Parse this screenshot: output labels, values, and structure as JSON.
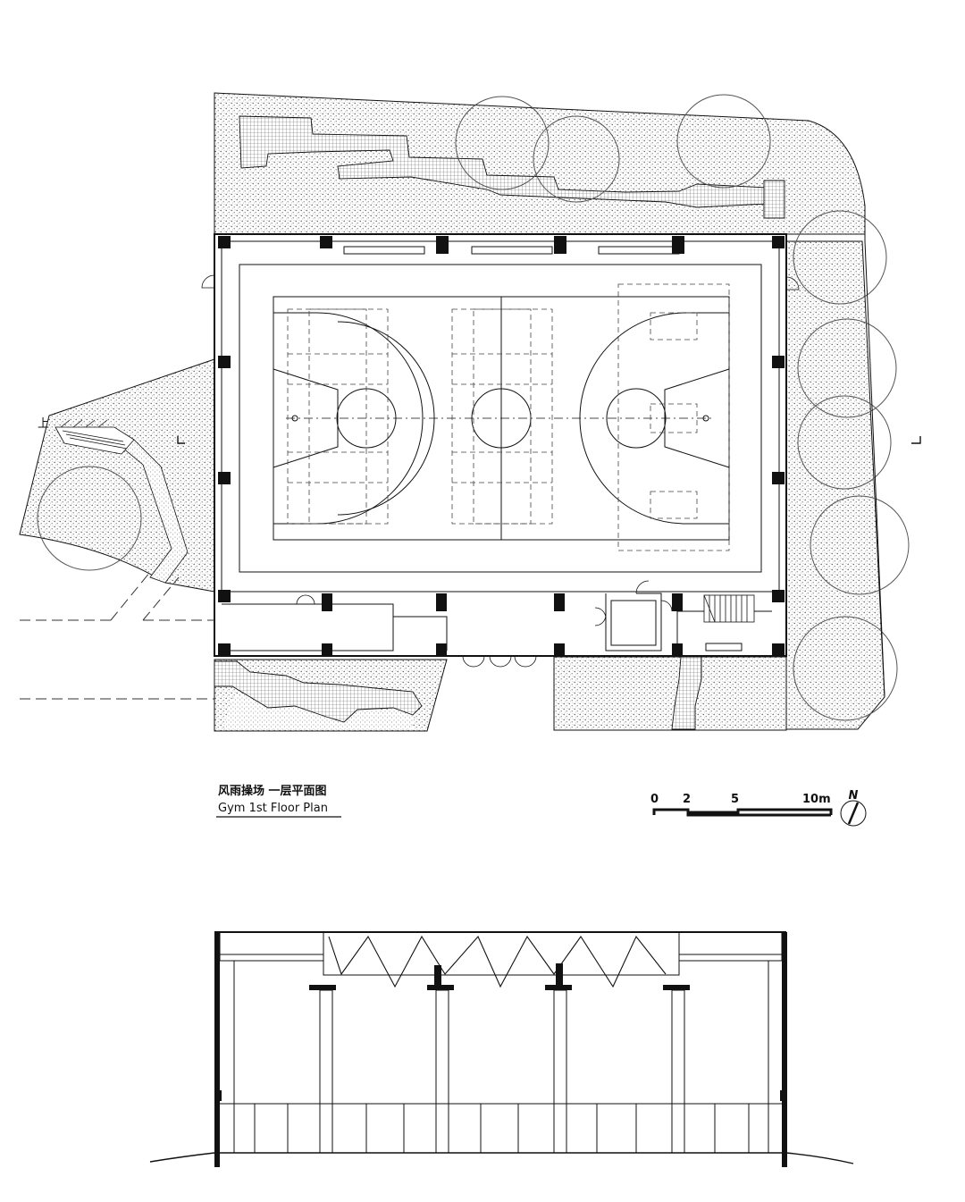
{
  "plan": {
    "title_cn": "风雨操场 一层平面图",
    "title_en": "Gym 1st Floor Plan",
    "stair_label": "上",
    "north_label": "N",
    "scale_bar": {
      "ticks": [
        "0",
        "2",
        "5",
        "10m"
      ]
    }
  },
  "section": {},
  "colors": {
    "line": "#111111",
    "hatch": "#555555",
    "background": "#ffffff"
  },
  "icons": {
    "north": "north-arrow-icon",
    "section_marker": "section-cut-marker-icon"
  }
}
